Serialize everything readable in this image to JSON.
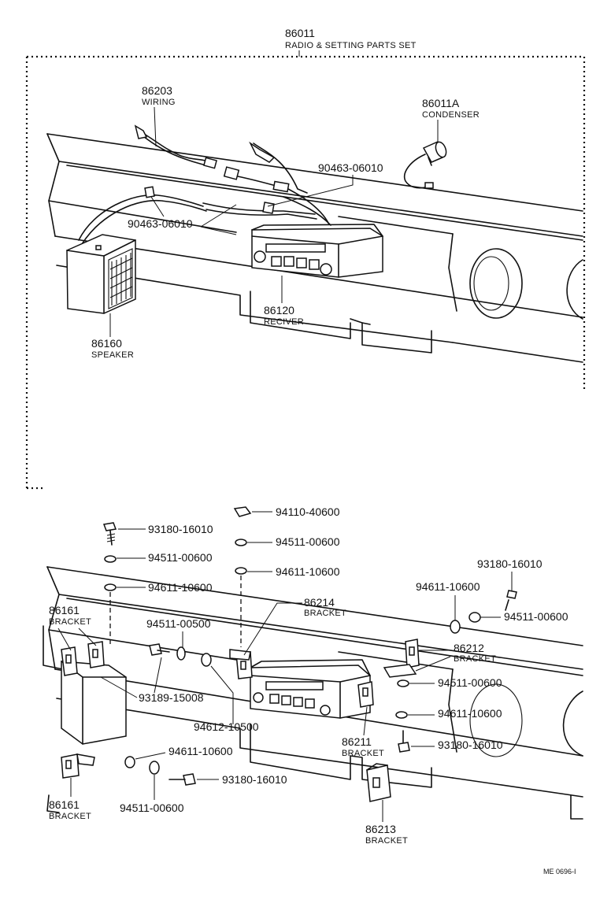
{
  "set": {
    "number": "86011",
    "name": "RADIO & SETTING PARTS SET"
  },
  "upper": {
    "wiring": {
      "number": "86203",
      "name": "WIRING"
    },
    "condenser": {
      "number": "86011A",
      "name": "CONDENSER"
    },
    "screw_right": {
      "number": "90463-06010"
    },
    "screw_left": {
      "number": "90463-06010"
    },
    "receiver": {
      "number": "86120",
      "name": "RECIVER"
    },
    "speaker": {
      "number": "86160",
      "name": "SPEAKER"
    }
  },
  "lower": {
    "nut": {
      "number": "94110-40600"
    },
    "bolt_top_left": {
      "number": "93180-16010"
    },
    "washer_top_left": {
      "number": "94511-00600"
    },
    "lockwasher_top_left": {
      "number": "94611-10600"
    },
    "washer_top_center": {
      "number": "94511-00600"
    },
    "lockwasher_top_center": {
      "number": "94611-10600"
    },
    "bracket_left_upper": {
      "number": "86161",
      "name": "BRACKET"
    },
    "washer_mid_left": {
      "number": "94511-00500"
    },
    "bracket_center": {
      "number": "86214",
      "name": "BRACKET"
    },
    "bolt_right": {
      "number": "93180-16010"
    },
    "lockwasher_right": {
      "number": "94611-10600"
    },
    "washer_right": {
      "number": "94511-00600"
    },
    "bracket_right": {
      "number": "86212",
      "name": "BRACKET"
    },
    "screw_left": {
      "number": "93189-15008"
    },
    "washer_center": {
      "number": "94612-10500"
    },
    "washer_right_lower": {
      "number": "94511-00600"
    },
    "lockwasher_right_lower": {
      "number": "94611-10600"
    },
    "receiver_bracket": {
      "number": "86211",
      "name": "BRACKET"
    },
    "bolt_right_lower": {
      "number": "93180-16010"
    },
    "lockwasher_lower_left": {
      "number": "94611-10600"
    },
    "bolt_lower": {
      "number": "93180-16010"
    },
    "washer_lower_left": {
      "number": "94511-00600"
    },
    "bracket_left_lower": {
      "number": "86161",
      "name": "BRACKET"
    },
    "bracket_bottom": {
      "number": "86213",
      "name": "BRACKET"
    }
  },
  "footer": {
    "code": "ME 0696-I"
  }
}
